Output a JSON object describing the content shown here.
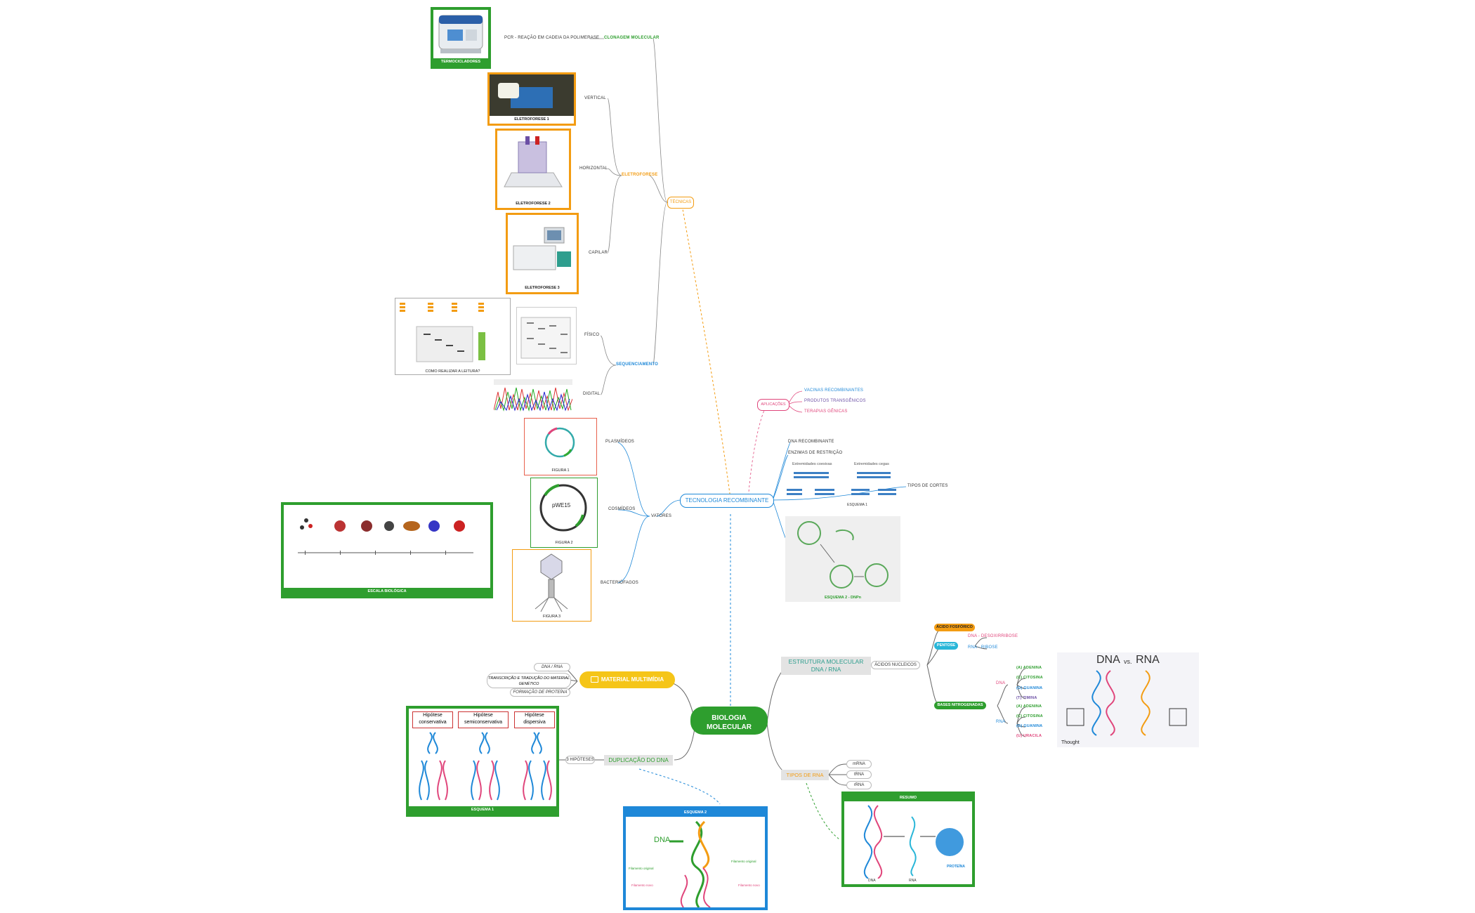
{
  "root": {
    "title_line1": "BIOLOGIA",
    "title_line2": "MOLECULAR"
  },
  "tecnicas": {
    "label": "TÉCNICAS",
    "clonagem": "CLONAGEM MOLECULAR",
    "pcr": "PCR - REAÇÃO EM CADEIA DA POLIMERASE",
    "termocicladores": "TERMOCICLADORES",
    "eletroforese": "ELETROFORESE",
    "vertical": "VERTICAL",
    "horizontal": "HORIZONTAL",
    "capilar": "CAPILAR",
    "eletro1": "ELETROFORESE 1",
    "eletro2": "ELETROFORESE 2",
    "eletro3": "ELETROFORESE 3",
    "sequenciamento": "SEQUENCIAMENTO",
    "fisico": "FÍSICO",
    "digital": "DIGITAL",
    "leitura": "COMO REALIZAR A LEITURA?"
  },
  "tecnologia": {
    "label": "TECNOLOGIA RECOMBINANTE",
    "aplicacoes": "APLICAÇÕES",
    "vacinas": "VACINAS RECOMBINANTES",
    "produtos": "PRODUTOS TRANSGÊNICOS",
    "terapias": "TERAPIAS GÊNICAS",
    "dna_recombinante": "DNA RECOMBINANTE",
    "enzimas": "ENZIMAS DE RESTRIÇÃO",
    "tipos_cortes": "TIPOS DE CORTES",
    "coesivas": "Extremidades coesivas",
    "cegas": "Extremidades cegas",
    "esquema1": "ESQUEMA 1",
    "esquema2": "ESQUEMA 2 - DNPn",
    "vetores": "VATORES",
    "plasmideos": "PLASMÍDEOS",
    "cosmideos": "COSMÍDEOS",
    "bacteriofagos": "BACTERIÓFAGOS",
    "figura1": "FIGURA 1",
    "figura2": "FIGURA 2",
    "figura3": "FIGURA 3",
    "phe15": "pWE15",
    "escala": "ESCALA BIOLÓGICA"
  },
  "estrutura": {
    "label_line1": "ESTRUTURA MOLECULAR",
    "label_line2": "DNA / RNA",
    "acidos": "ÁCIDOS NUCLEICOS",
    "fosforico": "ÁCIDO FOSFÓRICO",
    "pentose": "PENTOSE",
    "dna_desoxi": "DNA - DESOXIRRIBOSE",
    "rna_ribose": "RNA - RIBOSE",
    "bases": "BASES NITROGENADAS",
    "dna": "DNA",
    "rna": "RNA",
    "dna_bases": [
      "(A) ADENINA",
      "(C) CITOSINA",
      "(G) GUANINA",
      "(T) TIMINA"
    ],
    "rna_bases": [
      "(A) ADENINA",
      "(C) CITOSINA",
      "(G) GUANINA",
      "(U) URACILA"
    ],
    "dna_vs": "DNA",
    "vs": "vs.",
    "rna_vs": "RNA",
    "thought": "Thought"
  },
  "tipos_rna": {
    "label": "TIPOS DE RNA",
    "items": [
      "mRNA",
      "tRNA",
      "rRNA"
    ],
    "resumo": "RESUMO",
    "proteina": "PROTEÍNA",
    "dna": "DNA",
    "rna": "RNA"
  },
  "multimidia": {
    "label": "MATERIAL MULTIMÍDIA",
    "items": [
      "DNA / RNA",
      "TRANSCRIÇÃO E TRADUÇÃO DO MATERIAL GENÉTICO",
      "FORMAÇÃO DE PROTEÍNA"
    ]
  },
  "duplicacao": {
    "label": "DUPLICAÇÃO DO DNA",
    "hipoteses": "3 HIPÓTESES",
    "h1_line1": "Hipótese",
    "h1_line2": "conservativa",
    "h2_line1": "Hipótese",
    "h2_line2": "semiconservativa",
    "h3_line1": "Hipótese",
    "h3_line2": "dispersiva",
    "esquema1": "ESQUEMA 1",
    "esquema2": "ESQUEMA 2",
    "dna": "DNA",
    "filamento_original": "Filamento original",
    "filamento_novo": "Filamento novo"
  },
  "colors": {
    "green": "#2e9e2e",
    "orange": "#f39c12",
    "blue": "#1e88d8",
    "pink": "#e0457b",
    "gray_topic": "#e3e3e3",
    "yellow": "#f5c518"
  }
}
